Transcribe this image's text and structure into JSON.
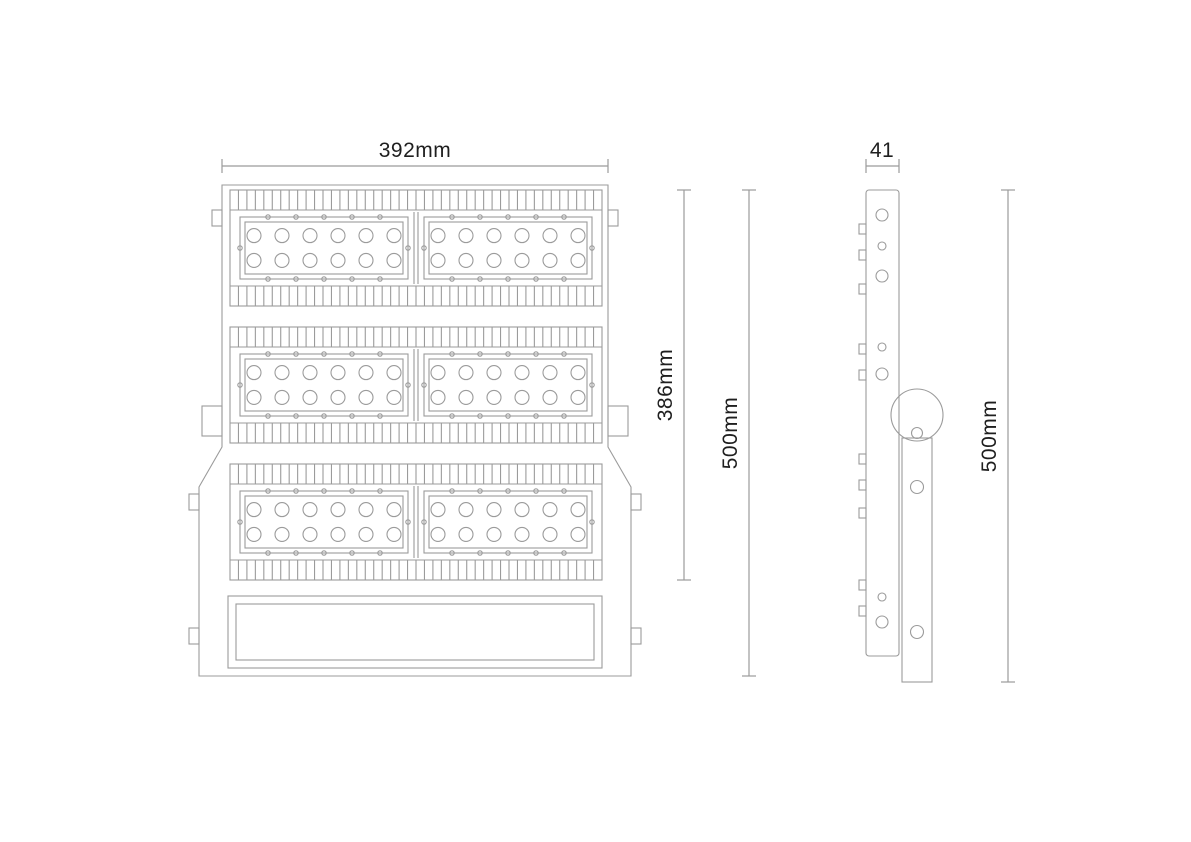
{
  "drawing": {
    "subject": "LED floodlight dimension drawing",
    "views": {
      "front": "front-elevation",
      "side": "side-elevation"
    },
    "line_color": "#9b9b9b",
    "text_color": "#1f1f1f",
    "dimensions": {
      "front_width": "392mm",
      "modules_height": "386mm",
      "front_total_height": "500mm",
      "side_depth": "41",
      "side_total_height": "500mm"
    }
  }
}
